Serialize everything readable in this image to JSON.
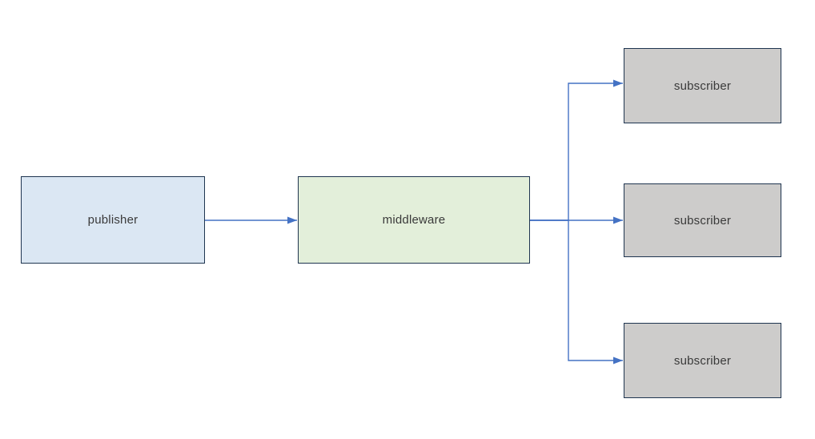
{
  "diagram": {
    "background_color": "#ffffff",
    "connector_color": "#4472c4",
    "border_color": "#1f3550",
    "text_color": "#3a3a3a",
    "nodes": {
      "publisher": {
        "label": "publisher",
        "fill": "#dbe7f3"
      },
      "middleware": {
        "label": "middleware",
        "fill": "#e3efda"
      },
      "subscriber1": {
        "label": "subscriber",
        "fill": "#cdcccb"
      },
      "subscriber2": {
        "label": "subscriber",
        "fill": "#cdcccb"
      },
      "subscriber3": {
        "label": "subscriber",
        "fill": "#cdcccb"
      }
    },
    "edges": [
      {
        "from": "publisher",
        "to": "middleware"
      },
      {
        "from": "middleware",
        "to": "subscriber1"
      },
      {
        "from": "middleware",
        "to": "subscriber2"
      },
      {
        "from": "middleware",
        "to": "subscriber3"
      }
    ]
  }
}
